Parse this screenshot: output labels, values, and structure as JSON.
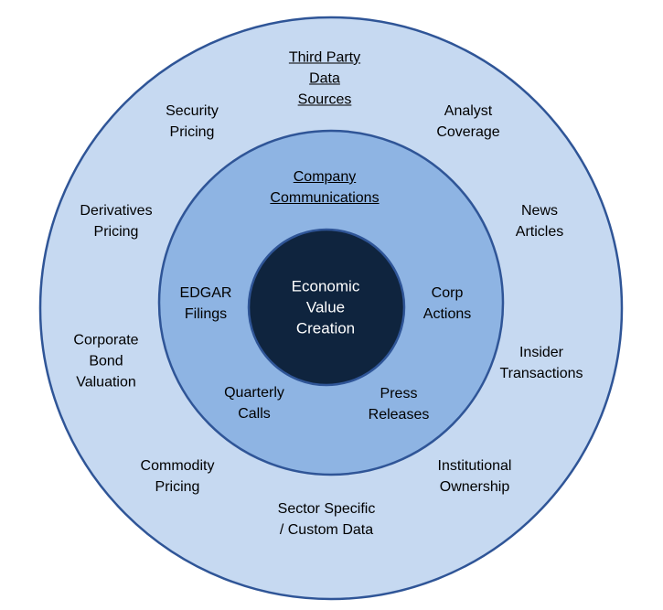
{
  "colors": {
    "outer_ring_fill": "#c6d9f1",
    "middle_ring_fill": "#8eb4e3",
    "center_fill": "#0f243e",
    "ring_stroke": "#2f5597",
    "text_dark": "#000000",
    "text_light": "#ffffff"
  },
  "center": {
    "lines": [
      "Economic",
      "Value",
      "Creation"
    ]
  },
  "company_ring": {
    "heading": [
      "Company",
      "Communications"
    ],
    "items": [
      {
        "id": "edgar",
        "lines": [
          "EDGAR",
          "Filings"
        ]
      },
      {
        "id": "corp-actions",
        "lines": [
          "Corp",
          "Actions"
        ]
      },
      {
        "id": "quarterly-calls",
        "lines": [
          "Quarterly",
          "Calls"
        ]
      },
      {
        "id": "press-releases",
        "lines": [
          "Press",
          "Releases"
        ]
      }
    ]
  },
  "third_party_ring": {
    "heading": [
      "Third Party",
      "Data",
      "Sources"
    ],
    "items": [
      {
        "id": "security-pricing",
        "lines": [
          "Security",
          "Pricing"
        ]
      },
      {
        "id": "analyst-coverage",
        "lines": [
          "Analyst",
          "Coverage"
        ]
      },
      {
        "id": "derivatives-pricing",
        "lines": [
          "Derivatives",
          "Pricing"
        ]
      },
      {
        "id": "news-articles",
        "lines": [
          "News",
          "Articles"
        ]
      },
      {
        "id": "corporate-bond-valuation",
        "lines": [
          "Corporate",
          "Bond",
          "Valuation"
        ]
      },
      {
        "id": "insider-transactions",
        "lines": [
          "Insider",
          "Transactions"
        ]
      },
      {
        "id": "commodity-pricing",
        "lines": [
          "Commodity",
          "Pricing"
        ]
      },
      {
        "id": "institutional-ownership",
        "lines": [
          "Institutional",
          "Ownership"
        ]
      },
      {
        "id": "sector-specific-custom-data",
        "lines": [
          "Sector Specific",
          "/ Custom Data"
        ]
      }
    ]
  }
}
